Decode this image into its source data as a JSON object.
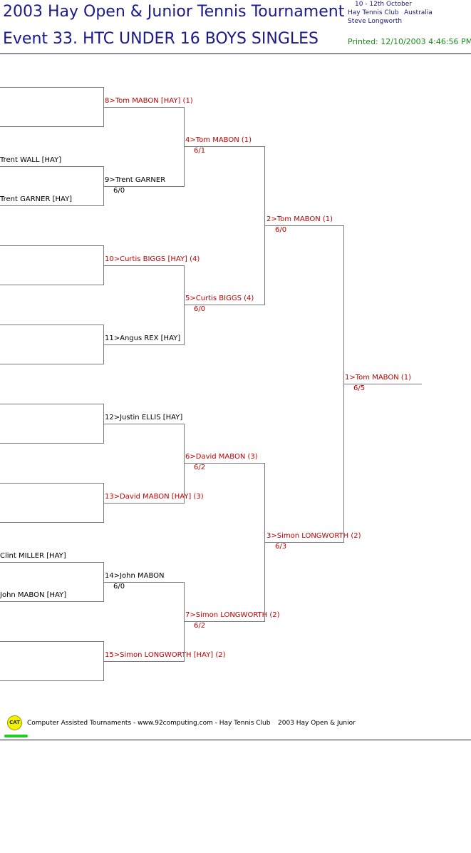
{
  "header": {
    "title_line1": "2003 Hay Open & Junior Tennis Tournament",
    "title_line2": "Event 33. HTC UNDER 16 BOYS SINGLES",
    "dates": "10 - 12th October",
    "club": "Hay Tennis Club",
    "country": "Australia",
    "organizer": "Steve Longworth",
    "printed": "Printed: 12/10/2003 4:46:56 PM"
  },
  "round0": [
    {
      "name": ""
    },
    {
      "name": ""
    },
    {
      "name": "Trent WALL [HAY]"
    },
    {
      "name": "Trent GARNER [HAY]"
    },
    {
      "name": ""
    },
    {
      "name": ""
    },
    {
      "name": ""
    },
    {
      "name": ""
    },
    {
      "name": ""
    },
    {
      "name": ""
    },
    {
      "name": ""
    },
    {
      "name": ""
    },
    {
      "name": "Clint MILLER [HAY]"
    },
    {
      "name": "John MABON [HAY]"
    },
    {
      "name": ""
    },
    {
      "name": ""
    }
  ],
  "round1": [
    {
      "label": "8>Tom MABON [HAY] (1)",
      "score": ""
    },
    {
      "label": "9>Trent GARNER",
      "score": "6/0"
    },
    {
      "label": "10>Curtis BIGGS [HAY] (4)",
      "score": ""
    },
    {
      "label": "11>Angus REX [HAY]",
      "score": ""
    },
    {
      "label": "12>Justin ELLIS [HAY]",
      "score": ""
    },
    {
      "label": "13>David MABON [HAY] (3)",
      "score": ""
    },
    {
      "label": "14>John MABON",
      "score": "6/0"
    },
    {
      "label": "15>Simon LONGWORTH [HAY] (2)",
      "score": ""
    }
  ],
  "round2": [
    {
      "label": "4>Tom MABON (1)",
      "score": "6/1"
    },
    {
      "label": "5>Curtis BIGGS (4)",
      "score": "6/0"
    },
    {
      "label": "6>David MABON (3)",
      "score": "6/2"
    },
    {
      "label": "7>Simon LONGWORTH (2)",
      "score": "6/2"
    }
  ],
  "round3": [
    {
      "label": "2>Tom MABON (1)",
      "score": "6/0"
    },
    {
      "label": "3>Simon LONGWORTH (2)",
      "score": "6/3"
    }
  ],
  "final": {
    "label": "1>Tom MABON (1)",
    "score": "6/5"
  },
  "footer": {
    "logo_text": "CAT",
    "credit": "Computer Assisted Tournaments - www.92computing.com -  Hay Tennis Club",
    "event": "2003 Hay Open & Junior"
  }
}
